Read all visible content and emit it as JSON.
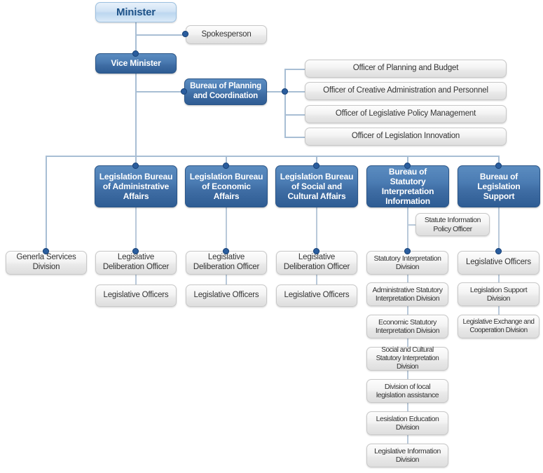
{
  "chart_title": "Ministry of Government Legislation Organization Chart",
  "colors": {
    "accent_blue": "#2e5c93",
    "light_blue": "#cfe2f4",
    "connector": "#a8bed4",
    "dot": "#2a5d9e",
    "grey_box": "#eeeeee",
    "background": "#ffffff"
  },
  "nodes": {
    "minister": "Minister",
    "spokesperson": "Spokesperson",
    "vice_minister": "Vice Minister",
    "bureau_planning": "Bureau of Planning\nand Coordination",
    "bureau_planning_line1": "Bureau of Planning",
    "bureau_planning_line2": "and Coordination",
    "officer_planning_budget": "Officer of Planning and Budget",
    "officer_creative_admin": "Officer of Creative Administration and Personnel",
    "officer_legislative_policy": "Officer of Legislative Policy Management",
    "officer_legislation_innovation": "Officer of Legislation Innovation",
    "general_services_division": "Generla Services Division",
    "statute_information_policy_officer": "Statute Information Policy Officer"
  },
  "bureaus": [
    {
      "id": "administrative-affairs",
      "title": "Legislation Bureau of Administrative Affairs",
      "children": [
        "Legislative Deliberation Officer",
        "Legislative Officers"
      ]
    },
    {
      "id": "economic-affairs",
      "title": "Legislation Bureau of Economic Affairs",
      "children": [
        "Legislative Deliberation Officer",
        "Legislative Officers"
      ]
    },
    {
      "id": "social-cultural-affairs",
      "title": "Legislation Bureau of Social and Cultural Affairs",
      "children": [
        "Legislative Deliberation Officer",
        "Legislative Officers"
      ]
    },
    {
      "id": "statutory-interpretation-information",
      "title": "Bureau of Statutory Interpretation Information",
      "children": [
        "Statutory Interpretation Division",
        "Administrative Statutory Interpretation Division",
        "Economic Statutory Interpretation Division",
        "Social and Cultural Statutory Interpretation Division",
        "Division of local legislation assistance",
        "Lesislation Education Division",
        "Legislative Information Division"
      ]
    },
    {
      "id": "legislation-support",
      "title": "Bureau of Legislation Support",
      "children": [
        "Legislative Officers",
        "Legislation Support Division",
        "Legislative Exchange and Cooperation Division"
      ]
    }
  ],
  "chart_data": {
    "type": "diagram",
    "subtype": "organization-chart",
    "levels": [
      {
        "level": 0,
        "items": [
          "Minister"
        ]
      },
      {
        "level": 1,
        "items": [
          "Spokesperson",
          "Vice Minister"
        ]
      },
      {
        "level": 2,
        "items": [
          "Bureau of Planning and Coordination"
        ]
      },
      {
        "level": 3,
        "items": [
          "Officer of Planning and Budget",
          "Officer of Creative Administration and Personnel",
          "Officer of Legislative Policy Management",
          "Officer of Legislation Innovation"
        ]
      },
      {
        "level": 4,
        "items": [
          "Legislation Bureau of Administrative Affairs",
          "Legislation Bureau of Economic Affairs",
          "Legislation Bureau of Social and Cultural Affairs",
          "Bureau of Statutory Interpretation Information",
          "Bureau of Legislation Support"
        ]
      }
    ]
  }
}
